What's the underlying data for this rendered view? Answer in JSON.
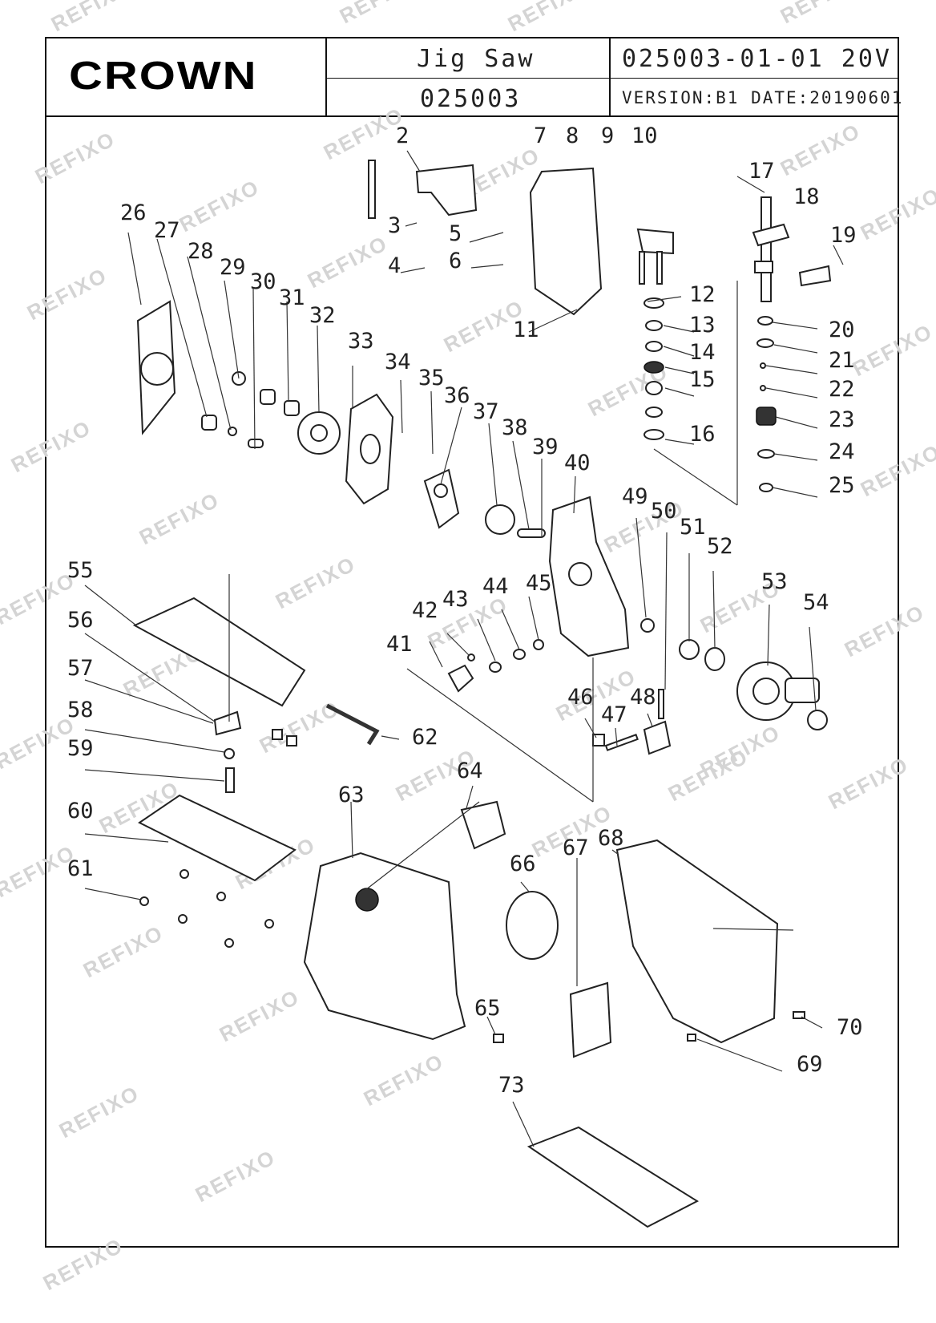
{
  "title_block": {
    "brand": "CROWN",
    "product_name": "Jig Saw",
    "product_code": "025003",
    "drawing_number": "025003-01-01 20V",
    "version_info": "VERSION:B1 DATE:20190601"
  },
  "watermark": "REFIXO",
  "part_numbers": [
    "2",
    "3",
    "4",
    "5",
    "6",
    "7",
    "8",
    "9",
    "10",
    "11",
    "12",
    "13",
    "14",
    "15",
    "16",
    "17",
    "18",
    "19",
    "20",
    "21",
    "22",
    "23",
    "24",
    "25",
    "26",
    "27",
    "28",
    "29",
    "30",
    "31",
    "32",
    "33",
    "34",
    "35",
    "36",
    "37",
    "38",
    "39",
    "40",
    "41",
    "42",
    "43",
    "44",
    "45",
    "46",
    "47",
    "48",
    "49",
    "50",
    "51",
    "52",
    "53",
    "54",
    "55",
    "56",
    "57",
    "58",
    "59",
    "60",
    "61",
    "62",
    "63",
    "64",
    "65",
    "66",
    "67",
    "68",
    "69",
    "70",
    "73"
  ]
}
